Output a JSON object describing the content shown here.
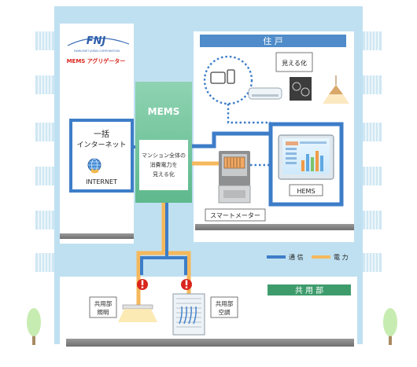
{
  "logo": {
    "text": "FNJ",
    "subtext": "FAMILYNET JAPAN CORPORATION"
  },
  "mems_aggregator_label": "MEMS アグリゲーター",
  "residence": {
    "header": "住 戸",
    "visualization_label": "見える化",
    "hems_label": "HEMS"
  },
  "mems": {
    "label": "MEMS",
    "description_lines": [
      "マンション全体の",
      "消費電力を",
      "見える化"
    ]
  },
  "internet": {
    "jp_lines": [
      "一括",
      "インターネット"
    ],
    "en_label": "INTERNET"
  },
  "smart_meter_label": "スマートメーター",
  "legend": [
    {
      "label": "通 信",
      "color": "#3d7dc8"
    },
    {
      "label": "電 力",
      "color": "#f5b85c"
    }
  ],
  "common_area": {
    "header": "共 用 部",
    "lighting_lines": [
      "共用部",
      "照明"
    ],
    "ac_lines": [
      "共用部",
      "空調"
    ]
  },
  "colors": {
    "communication": "#3d7dc8",
    "power": "#f5b85c",
    "building": "#bfe0f1",
    "mems_green": "#6cc29a",
    "common_green": "#3e9c6c",
    "residence_header": "#4f8cc9",
    "alert_red": "#d9251c"
  },
  "icons": [
    "phone-icon",
    "air-conditioner-icon",
    "ih-cooktop-icon",
    "ceiling-lamp-icon",
    "globe-icon",
    "smart-meter-icon",
    "hems-monitor-icon",
    "warning-icon",
    "tree-icon"
  ]
}
